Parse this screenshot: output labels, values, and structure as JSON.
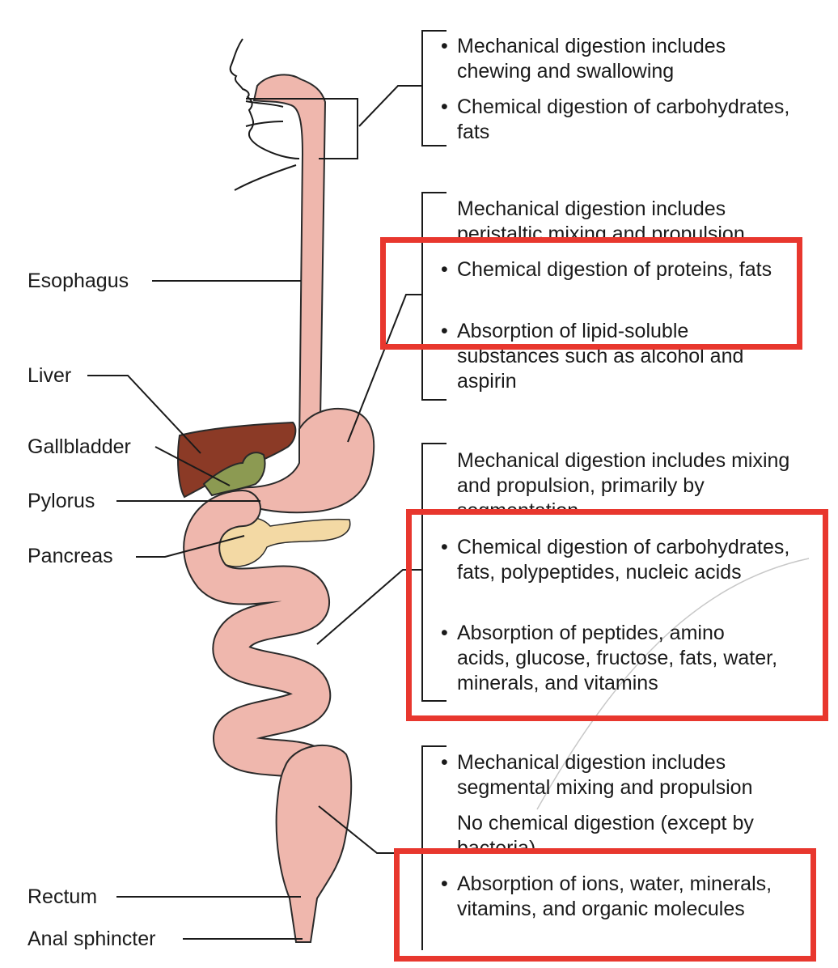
{
  "organ_labels": {
    "esophagus": "Esophagus",
    "liver": "Liver",
    "gallbladder": "Gallbladder",
    "pylorus": "Pylorus",
    "pancreas": "Pancreas",
    "rectum": "Rectum",
    "anal_sphincter": "Anal sphincter"
  },
  "bullet_marker": "•",
  "groups": {
    "mouth": {
      "b1": "Mechanical digestion includes chewing and swallowing",
      "b2": "Chemical digestion of carbohydrates, fats"
    },
    "stomach": {
      "b1": "Mechanical digestion includes peristaltic mixing and propulsion",
      "b2": "Chemical digestion of proteins, fats",
      "b3": "Absorption of lipid-soluble substances such as alcohol and aspirin"
    },
    "small_intestine": {
      "b1": "Mechanical digestion includes mixing and propulsion, primarily by segmentation",
      "b2": "Chemical digestion of carbohydrates, fats, polypeptides, nucleic acids",
      "b3": "Absorption of peptides, amino acids, glucose, fructose, fats, water, minerals, and vitamins"
    },
    "large_intestine": {
      "b1": "Mechanical digestion includes segmental mixing and propulsion",
      "b2": "No chemical digestion (except by bacteria)",
      "b3": "Absorption of ions, water, minerals, vitamins, and organic molecules"
    }
  },
  "colors": {
    "tract": "#efb7ad",
    "tract_outline": "#2a2a2a",
    "liver": "#8b3a26",
    "gallbladder": "#8c9a52",
    "pancreas": "#f3d9a4",
    "highlight": "#e8372e"
  }
}
